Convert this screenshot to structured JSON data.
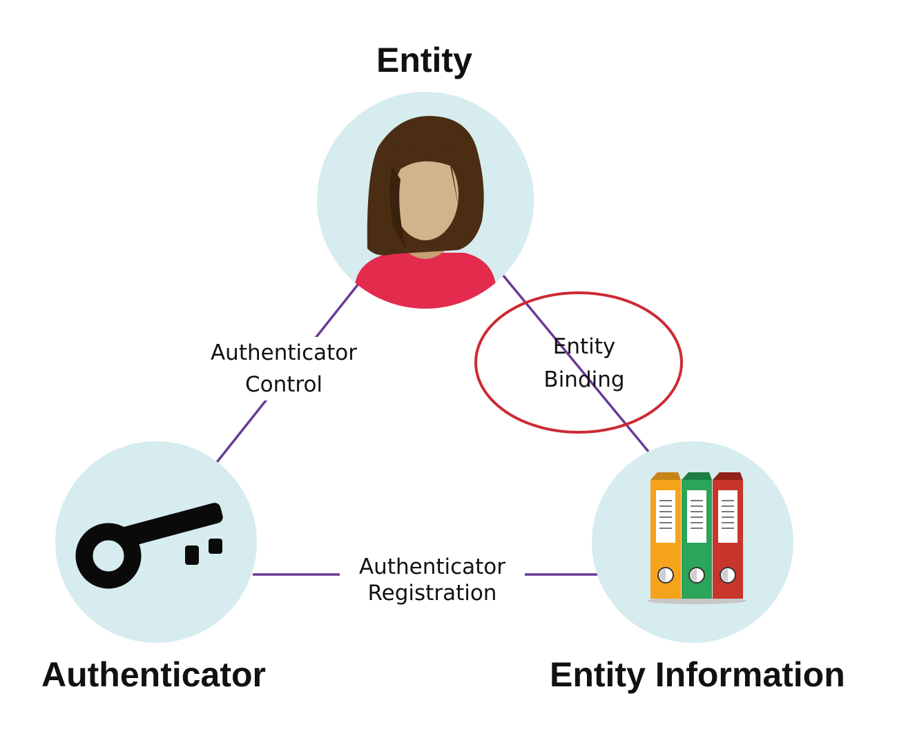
{
  "nodes": {
    "entity": {
      "title": "Entity",
      "icon": "person-icon"
    },
    "authenticator": {
      "title": "Authenticator",
      "icon": "key-icon"
    },
    "entity_information": {
      "title": "Entity Information",
      "icon": "binders-icon"
    }
  },
  "edges": {
    "authenticator_control": {
      "line1": "Authenticator",
      "line2": "Control"
    },
    "entity_binding": {
      "line1": "Entity",
      "line2": "Binding",
      "highlighted": true
    },
    "authenticator_registration": {
      "line1": "Authenticator",
      "line2": "Registration"
    }
  },
  "colors": {
    "node_circle": "#d6ecee",
    "edge_line": "#6a3a94",
    "highlight_ring": "#cc2a33",
    "hair": "#4a2d12",
    "face": "#d2b48c",
    "shirt": "#e32b4d",
    "binder_orange": "#f6a31c",
    "binder_green": "#2aa55a",
    "binder_red": "#c8352b"
  }
}
